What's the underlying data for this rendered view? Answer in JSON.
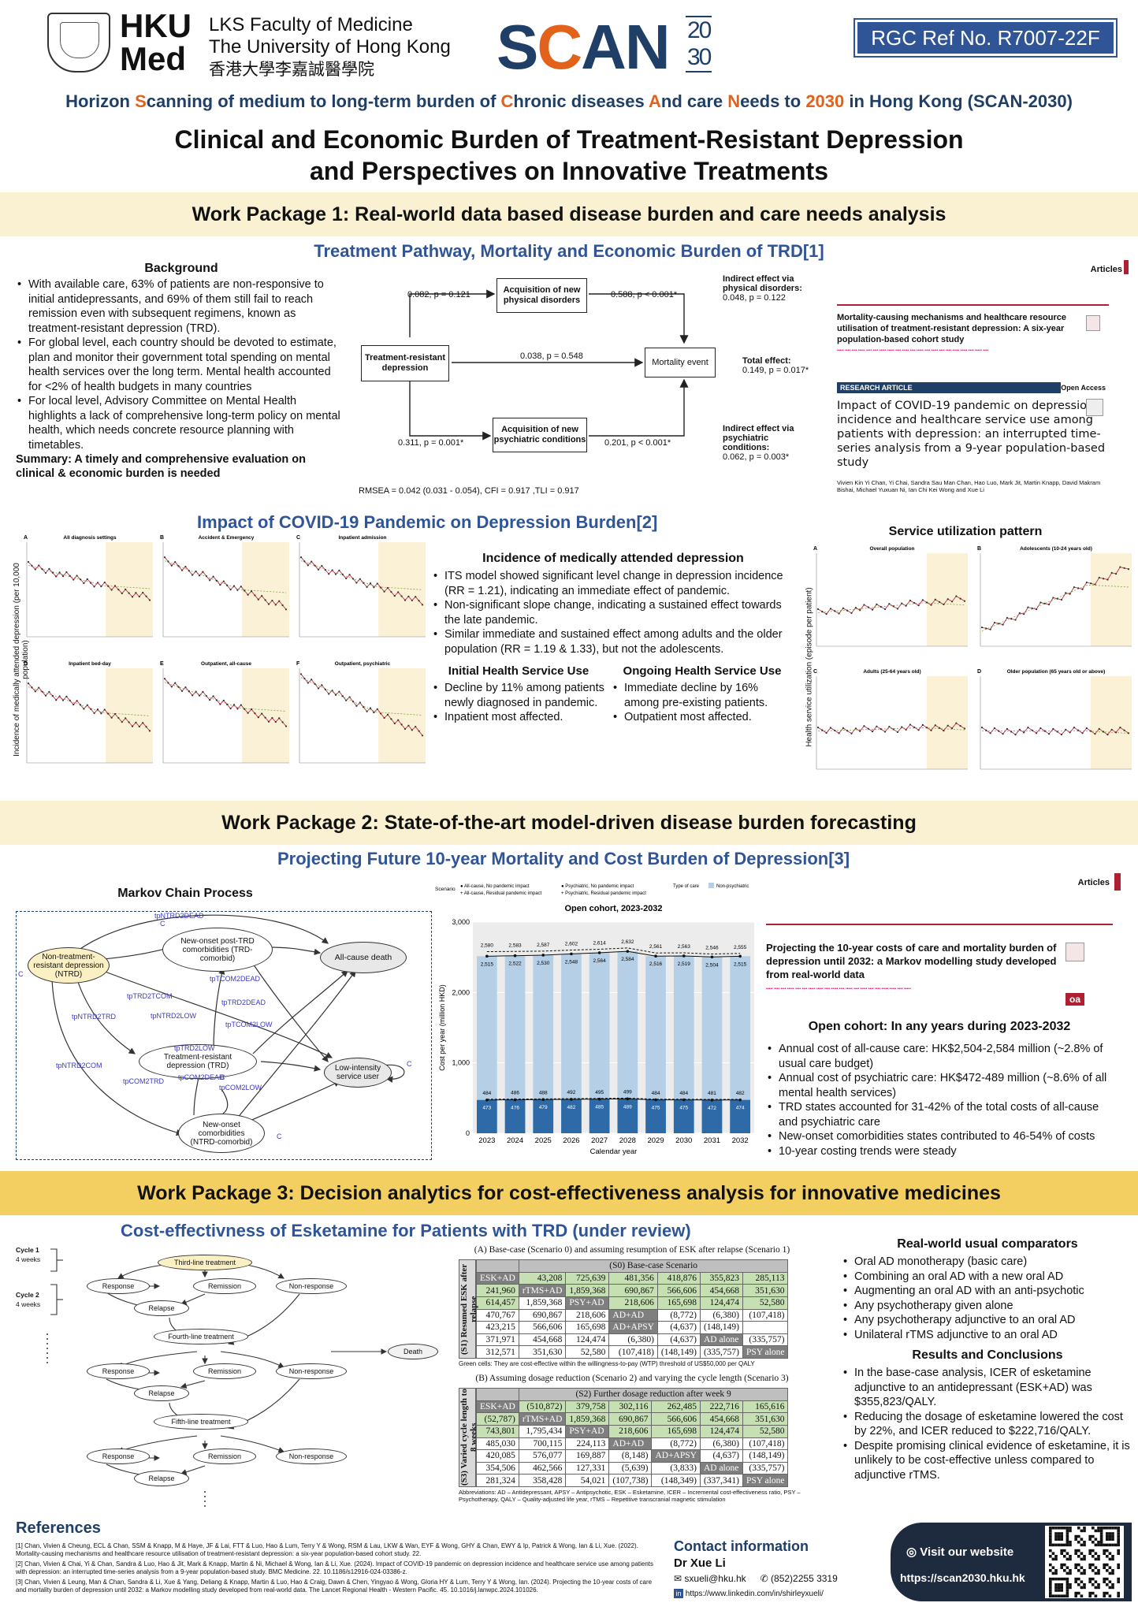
{
  "header": {
    "hku_line1": "HKU",
    "hku_line2": "Med",
    "faculty_line1": "LKS Faculty of Medicine",
    "faculty_line2": "The University of Hong Kong",
    "faculty_line3": "香港大學李嘉誠醫學院",
    "scan_logo": "SCAN",
    "scan_year_top": "20",
    "scan_year_bottom": "30",
    "rgc": "RGC Ref No. R7007-22F",
    "subtitle_parts": [
      "Horizon ",
      "S",
      "canning of medium to long-term burden of ",
      "C",
      "hronic diseases ",
      "A",
      "nd care ",
      "N",
      "eeds to ",
      "2030",
      " in Hong Kong (SCAN-2030)"
    ],
    "title_line1": "Clinical and Economic Burden of Treatment-Resistant Depression",
    "title_line2": "and Perspectives on Innovative Treatments"
  },
  "wp1": {
    "band": "Work Package 1: Real-world data based disease burden and care needs analysis",
    "section1": "Treatment Pathway, Mortality and Economic Burden of TRD[1]",
    "background_title": "Background",
    "background": [
      "With available care, 63% of patients are non-responsive to initial antidepressants, and 69% of them still fail to reach remission even with subsequent regimens, known as treatment-resistant depression (TRD).",
      "For global level, each country should be devoted to estimate, plan and monitor their government total spending on mental health services over the long term. Mental health accounted for <2% of health budgets in many countries",
      "For local level, Advisory Committee on Mental Health highlights a lack of comprehensive long-term policy on mental health, which needs concrete resource planning with timetables."
    ],
    "summary": "Summary: A timely and comprehensive evaluation on clinical & economic burden is needed",
    "diagram": {
      "trd": "Treatment-resistant depression",
      "phys": "Acquisition of new physical disorders",
      "psych": "Acquisition of new psychiatric conditions",
      "mort": "Mortality event",
      "e1": "0.082,  p = 0.121",
      "e2": "0.588,  p < 0.001*",
      "e3": "0.038,  p = 0.548",
      "e4": "0.311,  p = 0.001*",
      "e5": "0.201,  p < 0.001*",
      "ind1_t": "Indirect effect via physical disorders:",
      "ind1_v": "0.048, p = 0.122",
      "tot_t": "Total effect:",
      "tot_v": "0.149, p = 0.017*",
      "ind2_t": "Indirect effect via psychiatric conditions:",
      "ind2_v": "0.062, p = 0.003*",
      "fit": "RMSEA = 0.042 (0.031 - 0.054), CFI = 0.917 ,TLI = 0.917"
    },
    "paper1": {
      "tag": "Articles",
      "title": "Mortality-causing mechanisms and healthcare resource utilisation of treatment-resistant depression: A six-year population-based cohort study"
    },
    "paper2": {
      "tag": "RESEARCH ARTICLE",
      "oa": "Open Access",
      "title": "Impact of COVID-19 pandemic on depression incidence and healthcare service use among patients with depression: an interrupted time-series analysis from a 9-year population-based study",
      "authors": "Vivien Kin Yi Chan, Yi Chai, Sandra Sau Man Chan, Hao Luo, Mark Jit, Martin Knapp, David Makram Bishai, Michael Yuxuan Ni, Ian Chi Kei Wong and Xue Li"
    },
    "section2": "Impact of COVID-19 Pandemic on Depression Burden[2]",
    "panels_left": [
      {
        "letter": "A",
        "title": "All diagnosis settings"
      },
      {
        "letter": "B",
        "title": "Accident & Emergency"
      },
      {
        "letter": "C",
        "title": "Inpatient admission"
      },
      {
        "letter": "D",
        "title": "Inpatient bed-day"
      },
      {
        "letter": "E",
        "title": "Outpatient, all-cause"
      },
      {
        "letter": "F",
        "title": "Outpatient, psychiatric"
      }
    ],
    "left_ylabel": "Incidence of medically attended depression (per 10,000 population)",
    "incidence_title": "Incidence of medically attended depression",
    "incidence": [
      "ITS model showed significant level change in depression incidence (RR = 1.21), indicating an immediate effect of pandemic.",
      "Non-significant slope change, indicating a sustained effect towards the late pandemic.",
      "Similar immediate and sustained effect among adults and the older population (RR = 1.19 & 1.33), but not the adolescents."
    ],
    "initial_title": "Initial Health Service Use",
    "initial": [
      "Decline by 11% among patients newly diagnosed in pandemic.",
      "Inpatient most affected."
    ],
    "ongoing_title": "Ongoing Health Service Use",
    "ongoing": [
      "Immediate decline by 16% among pre-existing patients.",
      "Outpatient most affected."
    ],
    "service_title": "Service utilization pattern",
    "service_ylabel": "Health service utilization (episode per patient)",
    "panels_right": [
      {
        "letter": "A",
        "title": "Overall population"
      },
      {
        "letter": "B",
        "title": "Adolescents (10-24 years old)"
      },
      {
        "letter": "C",
        "title": "Adults (25-64 years old)"
      },
      {
        "letter": "D",
        "title": "Older population (65 years old or above)"
      }
    ]
  },
  "wp2": {
    "band": "Work Package 2: State-of-the-art model-driven disease burden forecasting",
    "section": "Projecting Future 10-year Mortality and Cost Burden of Depression[3]",
    "markov_title": "Markov Chain Process",
    "states": {
      "ntrd": "Non-treatment-resistant depression (NTRD)",
      "trdc": "New-onset post-TRD comorbidities (TRD-comorbid)",
      "trd": "Treatment-resistant depression (TRD)",
      "ntrdc": "New-onset comorbidities (NTRD-comorbid)",
      "death": "All-cause death",
      "low": "Low-intensity service user"
    },
    "transitions": [
      "tpNTRD2DEAD",
      "tpTRD2TCOM",
      "tpNTRD2TRD",
      "tpNTRD2LOW",
      "tpTCOM2DEAD",
      "tpTRD2DEAD",
      "tpTCOM2LOW",
      "tpTRD2LOW",
      "tpNTRD2COM",
      "tpCOM2TRD",
      "tpCOM2DEAD",
      "tpCOM2LOW"
    ],
    "self_loop": "C",
    "paper": {
      "tag": "Articles",
      "title": "Projecting the 10-year costs of care and mortality burden of depression until 2032: a Markov modelling study developed from real-world data",
      "oa": "oa"
    },
    "open_title": "Open cohort: In any years during 2023-2032",
    "open": [
      "Annual cost of all-cause care: HK$2,504-2,584 million (~2.8% of usual care budget)",
      "Annual cost of psychiatric care: HK$472-489 million (~8.6% of all mental health services)",
      "TRD states accounted for 31-42% of the total costs of all-cause and psychiatric care",
      "New-onset comorbidities states contributed to 46-54% of costs",
      "10-year costing trends were steady"
    ]
  },
  "chart_data": {
    "type": "bar",
    "title": "Open cohort, 2023-2032",
    "xlabel": "Calendar year",
    "ylabel": "Cost per year (million HKD)",
    "ylim": [
      0,
      3000
    ],
    "yticks": [
      "0",
      "1,000",
      "2,000",
      "3,000"
    ],
    "categories": [
      "2023",
      "2024",
      "2025",
      "2026",
      "2027",
      "2028",
      "2029",
      "2030",
      "2031",
      "2032"
    ],
    "legend": {
      "scenario": "Scenario",
      "s1": "All-cause, No pandemic impact",
      "s2": "All-cause, Residual pandemic impact",
      "s3": "Psychiatric, No pandemic impact",
      "s4": "Psychiatric, Residual pandemic impact",
      "type": "Type of care",
      "t1": "Non-psychiatric"
    },
    "series": [
      {
        "name": "Non-psychiatric",
        "values": [
          2515,
          2522,
          2530,
          2548,
          2564,
          2584,
          2516,
          2519,
          2504,
          2515
        ],
        "color": "#b4cfe6"
      },
      {
        "name": "Psychiatric",
        "values": [
          473,
          476,
          479,
          482,
          485,
          489,
          475,
          475,
          472,
          474
        ],
        "color": "#2e6aa8"
      }
    ],
    "allcause_residual": [
      2580,
      2583,
      2587,
      2602,
      2614,
      2632,
      2561,
      2563,
      2546,
      2555
    ],
    "psych_residual": [
      484,
      486,
      488,
      492,
      495,
      499,
      484,
      484,
      481,
      482
    ]
  },
  "wp3": {
    "band": "Work Package 3: Decision analytics for cost-effectiveness analysis for innovative medicines",
    "section": "Cost-effectivness of Esketamine for Patients with TRD (under review)",
    "flow": {
      "cycle1": "Cycle 1",
      "cycle1b": "4 weeks",
      "cycle2": "Cycle 2",
      "cycle2b": "4 weeks",
      "third": "Third-line treatment",
      "fourth": "Fourth-line treatment",
      "fifth": "Fifth-line treatment",
      "response": "Response",
      "remission": "Remission",
      "nonresp": "Non-response",
      "relapse": "Relapse",
      "death": "Death"
    },
    "tableA_caption": "(A) Base-case (Scenario 0) and assuming resumption of ESK after relapse (Scenario 1)",
    "tableA_head": "(S0) Base-case Scenario",
    "tableA_side": "(S1) Resumed ESK after relapse",
    "tableA": [
      [
        "ESK+AD",
        "43,208",
        "725,639",
        "481,356",
        "418,876",
        "355,823",
        "285,113"
      ],
      [
        "241,960",
        "rTMS+AD",
        "1,859,368",
        "690,867",
        "566,606",
        "454,668",
        "351,630"
      ],
      [
        "614,457",
        "1,859,368",
        "PSY+AD",
        "218,606",
        "165,698",
        "124,474",
        "52,580"
      ],
      [
        "470,767",
        "690,867",
        "218,606",
        "AD+AD",
        "(8,772)",
        "(6,380)",
        "(107,418)"
      ],
      [
        "423,215",
        "566,606",
        "165,698",
        "AD+APSY",
        "(4,637)",
        "(148,149)",
        ""
      ],
      [
        "371,971",
        "454,668",
        "124,474",
        "(6,380)",
        "(4,637)",
        "AD alone",
        "(335,757)"
      ],
      [
        "312,571",
        "351,630",
        "52,580",
        "(107,418)",
        "(148,149)",
        "(335,757)",
        "PSY alone"
      ]
    ],
    "green_note": "Green cells: They are cost-effective within the willingness-to-pay (WTP) threshold of US$50,000 per QALY",
    "tableB_caption": "(B) Assuming dosage reduction (Scenario 2) and varying the cycle length (Scenario 3)",
    "tableB_head": "(S2) Further dosage reduction after week 9",
    "tableB_side": "(S3) Varied cycle length to 8 weeks",
    "tableB": [
      [
        "ESK+AD",
        "(510,872)",
        "379,758",
        "302,116",
        "262,485",
        "222,716",
        "165,616"
      ],
      [
        "(52,787)",
        "rTMS+AD",
        "1,859,368",
        "690,867",
        "566,606",
        "454,668",
        "351,630"
      ],
      [
        "743,801",
        "1,795,434",
        "PSY+AD",
        "218,606",
        "165,698",
        "124,474",
        "52,580"
      ],
      [
        "485,030",
        "700,115",
        "224,113",
        "AD+AD",
        "(8,772)",
        "(6,380)",
        "(107,418)"
      ],
      [
        "420,085",
        "576,077",
        "169,887",
        "(8,148)",
        "AD+APSY",
        "(4,637)",
        "(148,149)"
      ],
      [
        "354,506",
        "462,566",
        "127,331",
        "(5,639)",
        "(3,833)",
        "AD alone",
        "(335,757)"
      ],
      [
        "281,324",
        "358,428",
        "54,021",
        "(107,738)",
        "(148,349)",
        "(337,341)",
        "PSY alone"
      ]
    ],
    "abbr": "Abbreviations: AD – Antidepressant, APSY – Antipsychotic, ESK – Esketamine, ICER – Incremental cost-effectiveness ratio, PSY – Psychotherapy, QALY – Quality-adjusted life year, rTMS – Repetitive transcranial magnetic stimulation",
    "comparators_title": "Real-world usual comparators",
    "comparators": [
      "Oral AD monotherapy (basic care)",
      "Combining an oral AD with a new oral AD",
      "Augmenting an oral AD with an anti-psychotic",
      "Any psychotherapy given alone",
      "Any psychotherapy adjunctive to an oral AD",
      "Unilateral rTMS adjunctive to an oral AD"
    ],
    "results_title": "Results and Conclusions",
    "results": [
      "In the base-case analysis, ICER of esketamine adjunctive to an antidepressant (ESK+AD) was $355,823/QALY.",
      "Reducing the dosage of esketamine lowered the cost by 22%, and ICER reduced to $222,716/QALY.",
      "Despite promising clinical evidence of esketamine, it is unlikely to be cost-effective unless compared to adjunctive rTMS."
    ]
  },
  "refs": {
    "title": "References",
    "items": [
      "[1] Chan, Vivien & Cheung, ECL & Chan, SSM & Knapp, M & Haye, JF & Lai, FTT & Luo, Hao & Lum, Terry Y & Wong, RSM & Lau, LKW & Wan, EYF & Wong, GHY & Chan, EWY & Ip, Patrick & Wong, Ian & Li, Xue. (2022). Mortality-causing mechanisms and healthcare resource utilisation of treatment-resistant depression: a six-year population-based cohort study. 22.",
      "[2] Chan, Vivien & Chai, Yi & Chan, Sandra & Luo, Hao & Jit, Mark & Knapp, Martin & Ni, Michael & Wong, Ian & Li, Xue. (2024). Impact of COVID-19 pandemic on depression incidence and healthcare service use among patients with depression: an interrupted time-series analysis from a 9-year population-based study. BMC Medicine. 22. 10.1186/s12916-024-03386-z.",
      "[3] Chan, Vivien & Leung, Man & Chan, Sandra & Li, Xue & Yang, Deliang & Knapp, Martin & Luo, Hao & Craig, Dawn & Chen, Yingyao & Wong, Gloria HY & Lum, Terry Y & Wong, Ian. (2024). Projecting the 10-year costs of care and mortality burden of depression until 2032: a Markov modelling study developed from real-world data. The Lancet Regional Health - Western Pacific. 45. 10.1016/j.lanwpc.2024.101026."
    ]
  },
  "contact": {
    "title": "Contact information",
    "name": "Dr Xue Li",
    "email": "sxueli@hku.hk",
    "phone": "(852)2255 3319",
    "linkedin": "https://www.linkedin.com/in/shirleyxueli/",
    "web_title": "Visit our website",
    "web_url": "https://scan2030.hku.hk"
  }
}
